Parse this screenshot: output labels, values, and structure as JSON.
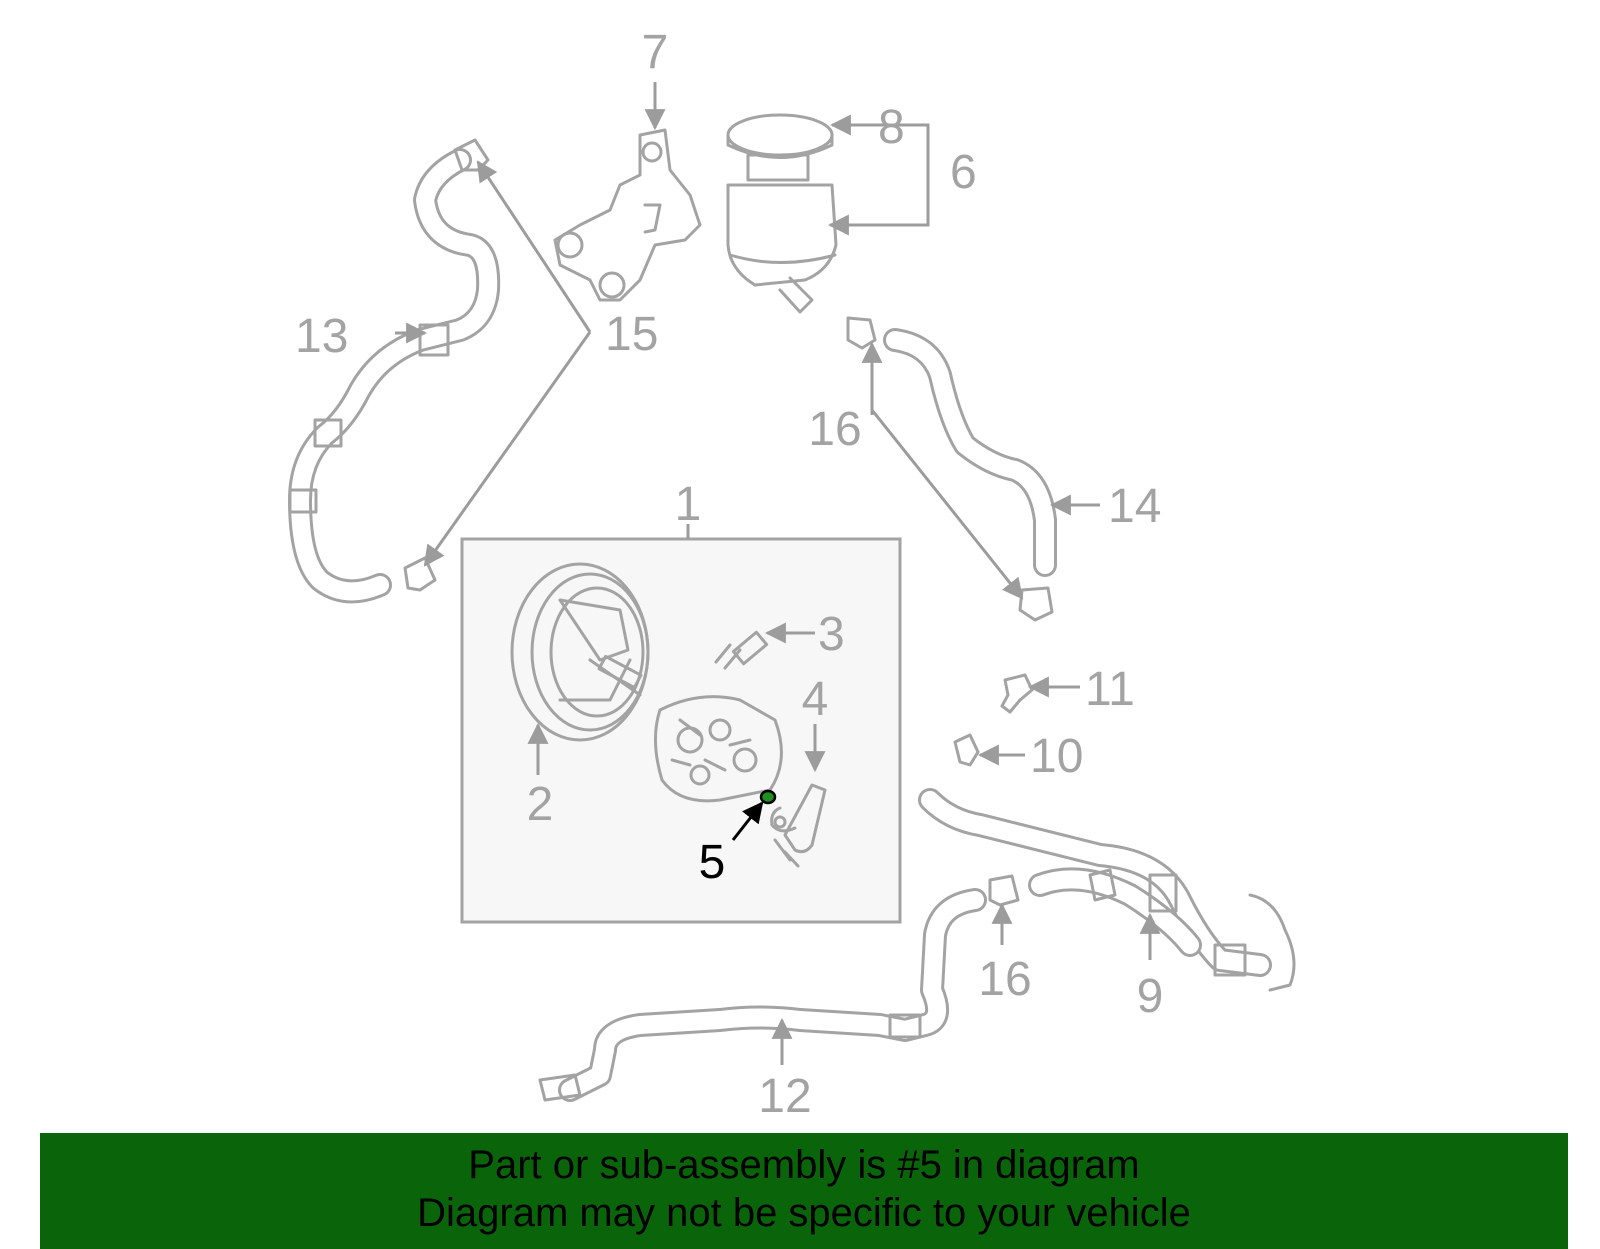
{
  "diagram": {
    "labels": [
      "1",
      "2",
      "3",
      "4",
      "5",
      "6",
      "7",
      "8",
      "9",
      "10",
      "11",
      "12",
      "13",
      "14",
      "15",
      "16",
      "16"
    ],
    "highlight_part": "5",
    "colors": {
      "line_art": "#a3a3a3",
      "highlight_label": "#000000",
      "highlight_part": "#1f8f1f",
      "banner_bg": "#0a640a",
      "assembly_box_fill": "#f7f7f7"
    }
  },
  "banner": {
    "line1": "Part or sub-assembly is #5 in diagram",
    "line2": "Diagram may not be specific to your vehicle"
  }
}
